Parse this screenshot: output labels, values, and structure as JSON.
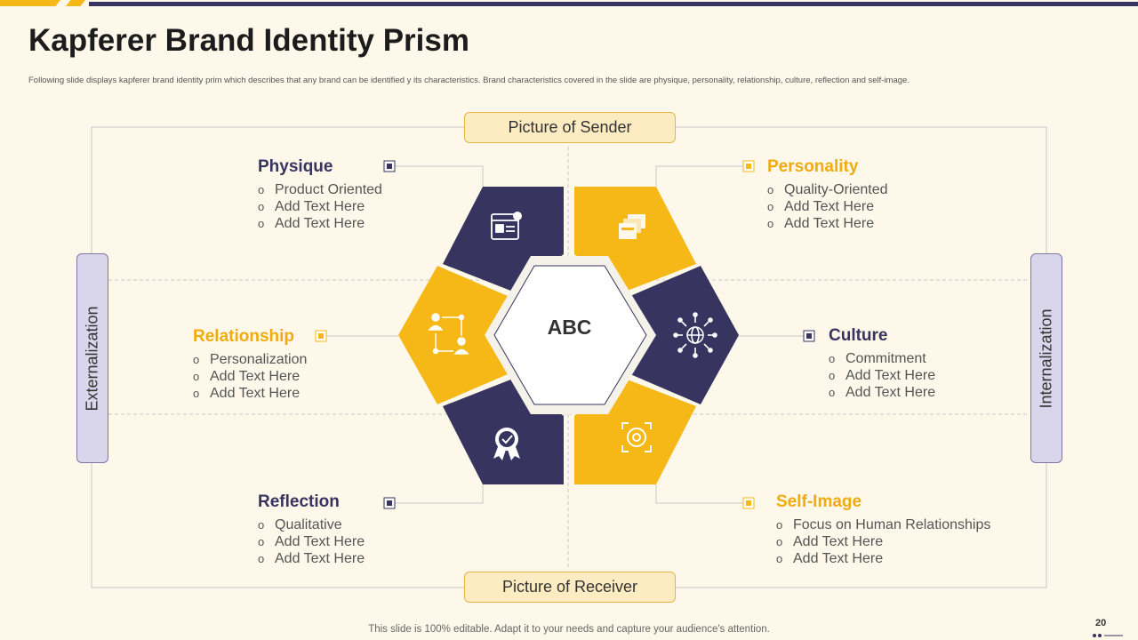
{
  "title": "Kapferer Brand Identity Prism",
  "subtitle": "Following slide displays kapferer brand identity prim which describes that any brand can be identified y its characteristics. Brand characteristics covered  in the slide are physique, personality, relationship, culture, reflection and self-image.",
  "center_label": "ABC",
  "top_label": "Picture of Sender",
  "bottom_label": "Picture of Receiver",
  "left_label": "Externalization",
  "right_label": "Internalization",
  "colors": {
    "navy": "#37345f",
    "gold": "#f6b817",
    "background": "#fdf8ea"
  },
  "blocks": {
    "physique": {
      "title": "Physique",
      "icon": "id-card-icon",
      "items": [
        "Product Oriented",
        "Add Text Here",
        "Add Text Here"
      ]
    },
    "personality": {
      "title": "Personality",
      "icon": "cards-icon",
      "items": [
        "Quality-Oriented",
        "Add Text Here",
        "Add Text Here"
      ]
    },
    "relationship": {
      "title": "Relationship",
      "icon": "people-network-icon",
      "items": [
        "Personalization",
        "Add Text Here",
        "Add Text Here"
      ]
    },
    "culture": {
      "title": "Culture",
      "icon": "globe-network-icon",
      "items": [
        "Commitment",
        "Add Text Here",
        "Add Text Here"
      ]
    },
    "reflection": {
      "title": "Reflection",
      "icon": "award-badge-icon",
      "items": [
        "Qualitative",
        "Add Text Here",
        "Add Text Here"
      ]
    },
    "selfimage": {
      "title": "Self-Image",
      "icon": "lifebuoy-icon",
      "items": [
        "Focus on Human Relationships",
        "Add Text Here",
        "Add Text Here"
      ]
    }
  },
  "footer": "This slide is 100% editable. Adapt it to your needs and capture your audience's attention.",
  "page_number": "20"
}
